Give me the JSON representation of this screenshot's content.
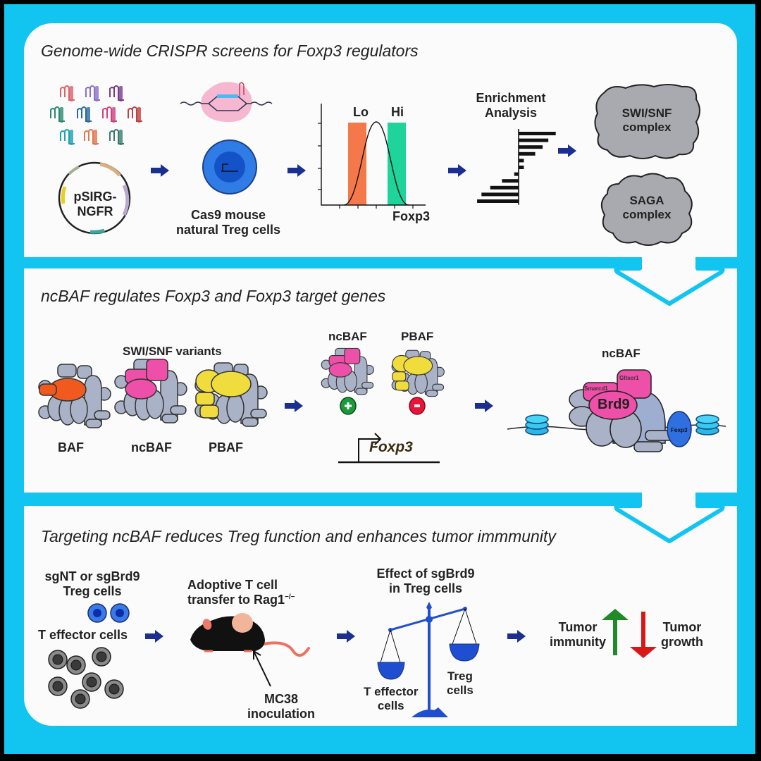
{
  "colors": {
    "frame": "#12c4f0",
    "arrow_blue": "#1a2f8f",
    "lo_orange": "#f4784a",
    "hi_green": "#1fd49a",
    "cell_blue": "#2f7ce6",
    "baf_orange": "#f05a1e",
    "ncbaf_pink": "#ee4fa8",
    "pbaf_yellow": "#f0dc3c",
    "subunit_grey": "#a9b2c6",
    "plus_green": "#1a9a3a",
    "minus_red": "#e8153a",
    "scale_blue": "#1f4fd0",
    "up_green": "#1f8a2a",
    "down_red": "#d81818",
    "mouse": "#111111",
    "tail": "#f07060"
  },
  "panel1": {
    "title": "Genome-wide CRISPR screens for Foxp3 regulators",
    "plasmid_label_line1": "pSIRG-",
    "plasmid_label_line2": "NGFR",
    "cas9_label_line1": "Cas9 mouse",
    "cas9_label_line2": "natural Treg cells",
    "histogram": {
      "lo_label": "Lo",
      "hi_label": "Hi",
      "xlabel": "Foxp3"
    },
    "enrichment_line1": "Enrichment",
    "enrichment_line2": "Analysis",
    "enrichment_bars": [
      0.85,
      0.68,
      0.55,
      0.38,
      0.12,
      0.12,
      -0.1,
      -0.38,
      -0.65,
      -0.85,
      -0.95
    ],
    "swisnf_line1": "SWI/SNF",
    "swisnf_line2": "complex",
    "saga_line1": "SAGA",
    "saga_line2": "complex"
  },
  "panel2": {
    "title": "ncBAF regulates Foxp3 and Foxp3 target genes",
    "variants_heading": "SWI/SNF variants",
    "variants": [
      "BAF",
      "ncBAF",
      "PBAF"
    ],
    "regulators": [
      {
        "label": "ncBAF",
        "effect": "+"
      },
      {
        "label": "PBAF",
        "effect": "-"
      }
    ],
    "gene_label": "Foxp3",
    "complex_heading": "ncBAF",
    "brd9_label": "Brd9",
    "subunit_a": "Smarcd1",
    "subunit_b": "Gltscr1",
    "foxp3_protein": "Foxp3"
  },
  "panel3": {
    "title": "Targeting ncBAF reduces Treg function and enhances tumor immmunity",
    "treg_line1": "sgNT or sgBrd9",
    "treg_line2": "Treg cells",
    "teff_label": "T effector cells",
    "transfer_line1": "Adoptive T cell",
    "transfer_line2": "transfer to Rag1",
    "transfer_sup": "−/−",
    "mc38_line1": "MC38",
    "mc38_line2": "inoculation",
    "effect_line1": "Effect of sgBrd9",
    "effect_line2": "in Treg cells",
    "scale_left_line1": "T effector",
    "scale_left_line2": "cells",
    "scale_right_line1": "Treg",
    "scale_right_line2": "cells",
    "immunity_line1": "Tumor",
    "immunity_line2": "immunity",
    "growth_line1": "Tumor",
    "growth_line2": "growth"
  }
}
